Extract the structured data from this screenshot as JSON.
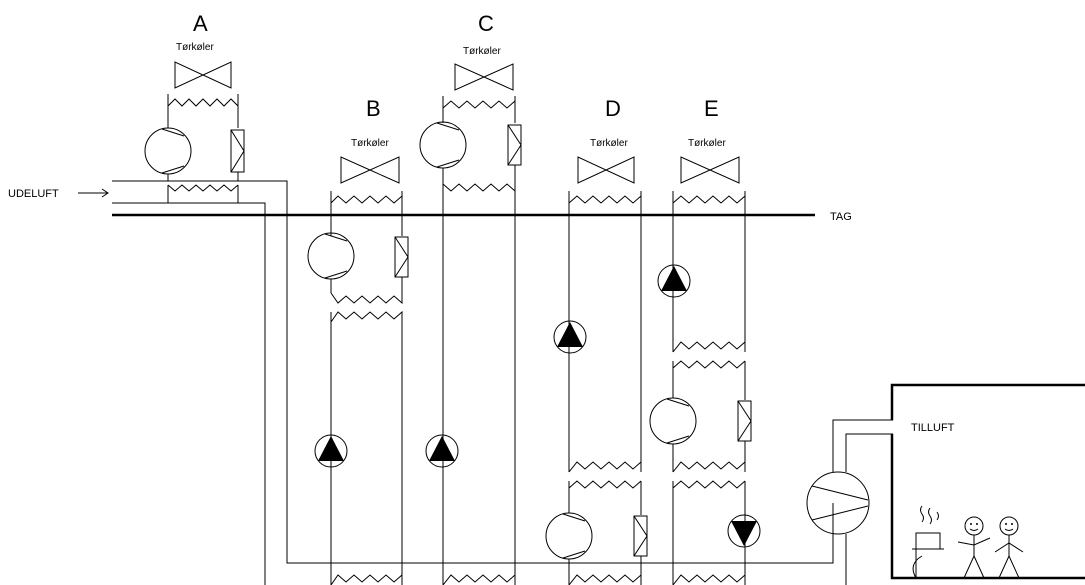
{
  "labels": {
    "a": "A",
    "b": "B",
    "c": "C",
    "d": "D",
    "e": "E",
    "drycooler": "Tørkøler",
    "outdoor_air": "UDELUFT",
    "roof": "TAG",
    "supply_air": "TILLUFT"
  }
}
